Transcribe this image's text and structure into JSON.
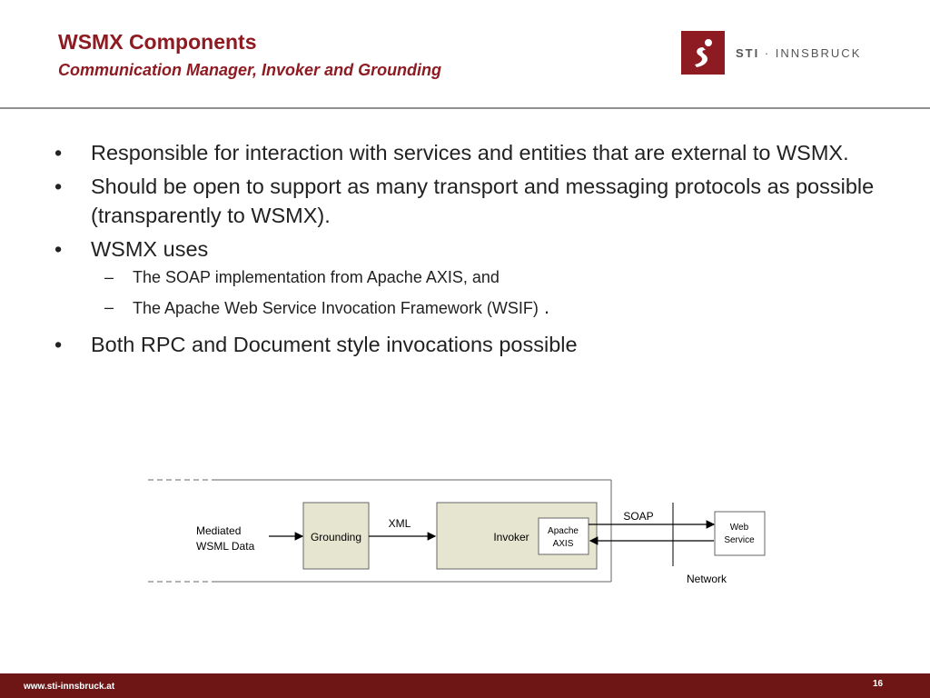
{
  "slide": {
    "title": "WSMX Components",
    "subtitle": "Communication Manager, Invoker and Grounding"
  },
  "logo": {
    "brand_bold": "STI",
    "brand_sep": " · ",
    "brand_rest": "INNSBRUCK"
  },
  "bullets": [
    {
      "marker": "•",
      "text": "Responsible for interaction with services and entities that are external to WSMX."
    },
    {
      "marker": "•",
      "text": "Should be open to support as many transport and messaging protocols as possible (transparently to WSMX)."
    },
    {
      "marker": "•",
      "text": "WSMX uses"
    }
  ],
  "sub_bullets": [
    {
      "marker": "–",
      "text": "The SOAP implementation from Apache AXIS, and"
    },
    {
      "marker": "–",
      "text": "The Apache Web Service Invocation Framework (WSIF)",
      "suffix": " ."
    }
  ],
  "last_bullet": {
    "marker": "•",
    "text": "Both RPC and Document style invocations possible"
  },
  "diagram": {
    "input_label_1": "Mediated",
    "input_label_2": "WSML Data",
    "grounding": "Grounding",
    "xml": "XML",
    "invoker": "Invoker",
    "axis_1": "Apache",
    "axis_2": "AXIS",
    "soap": "SOAP",
    "web_service_1": "Web",
    "web_service_2": "Service",
    "network": "Network"
  },
  "footer": {
    "url": "www.sti-innsbruck.at",
    "page": "16"
  },
  "colors": {
    "brand": "#8e1a22",
    "footer_bg": "#6e1515",
    "box_fill": "#e6e6d0"
  }
}
